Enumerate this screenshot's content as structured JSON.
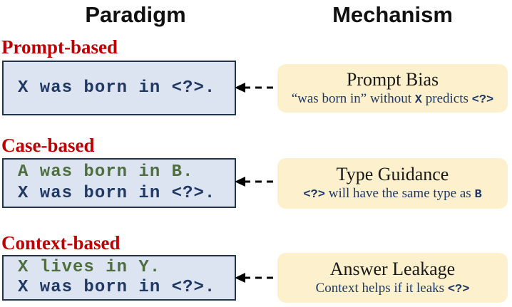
{
  "header": {
    "paradigm": "Paradigm",
    "mechanism": "Mechanism"
  },
  "colors": {
    "section_label": "#c00000",
    "code_box_fill": "#dce3f1",
    "code_box_border": "#24334d",
    "mechanism_box_fill": "#fdf0cc",
    "navy_text": "#1f3864",
    "green_text": "#4e6e3f"
  },
  "sections": [
    {
      "label": "Prompt-based",
      "code_lines": [
        {
          "text": "X was born in <?>.",
          "color": "navy"
        }
      ],
      "mechanism": {
        "title": "Prompt Bias",
        "subtitle_parts": [
          {
            "text": "“was born in” without ",
            "style": "serif"
          },
          {
            "text": "X",
            "style": "mono"
          },
          {
            "text": " predicts ",
            "style": "serif"
          },
          {
            "text": "<?>",
            "style": "mono"
          }
        ]
      }
    },
    {
      "label": "Case-based",
      "code_lines": [
        {
          "text": "A was born in B.",
          "color": "green"
        },
        {
          "text": "X was born in <?>.",
          "color": "navy"
        }
      ],
      "mechanism": {
        "title": "Type Guidance",
        "subtitle_parts": [
          {
            "text": "<?>",
            "style": "mono"
          },
          {
            "text": " will have the same type as ",
            "style": "serif"
          },
          {
            "text": "B",
            "style": "mono"
          }
        ]
      }
    },
    {
      "label": "Context-based",
      "code_lines": [
        {
          "text": "X lives in Y.",
          "color": "green"
        },
        {
          "text": "X was born in <?>.",
          "color": "navy"
        }
      ],
      "mechanism": {
        "title": "Answer Leakage",
        "subtitle_parts": [
          {
            "text": "Context helps if it leaks ",
            "style": "serif"
          },
          {
            "text": "<?>",
            "style": "mono"
          }
        ]
      }
    }
  ]
}
